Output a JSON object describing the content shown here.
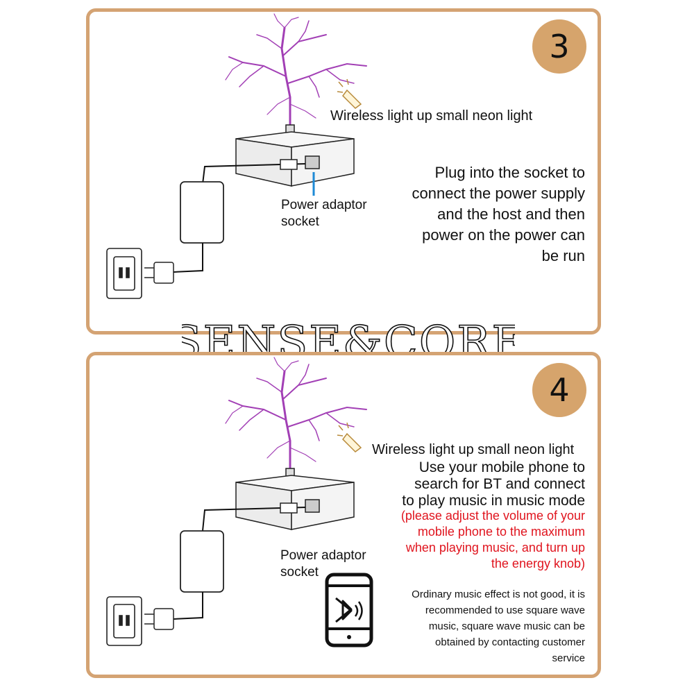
{
  "step3": {
    "badge": "3",
    "neon_label": "Wireless light up small neon light",
    "socket_label_line1": "Power adaptor",
    "socket_label_line2": "socket",
    "instruction_lines": [
      "Plug into the socket to",
      "connect the power supply",
      "and the host and then",
      "power on the power can",
      "be run"
    ]
  },
  "step4": {
    "badge": "4",
    "neon_label": "Wireless light up small neon light",
    "instruction_lines": [
      "Use your mobile phone to",
      "search for BT and connect",
      "to play music in music mode"
    ],
    "warning_lines": [
      "(please adjust the volume of your",
      "mobile phone to the maximum",
      "when playing music, and turn up",
      "the energy knob)"
    ],
    "socket_label_line1": "Power adaptor",
    "socket_label_line2": "socket",
    "note_lines": [
      "Ordinary music effect is not good, it is",
      "recommended to use square wave",
      "music, square wave music can be",
      "obtained by contacting customer",
      "service"
    ]
  },
  "watermark": "SENSE&CORE",
  "colors": {
    "border": "#d4a373",
    "badge": "#d6a46c",
    "plasma": "#a23fb5",
    "warning": "#e0141e",
    "indicator": "#1e8ad6"
  },
  "icons": [
    "plasma-tree-icon",
    "bulb-icon",
    "power-adapter-icon",
    "wall-outlet-icon",
    "plug-icon",
    "bluetooth-phone-icon"
  ]
}
